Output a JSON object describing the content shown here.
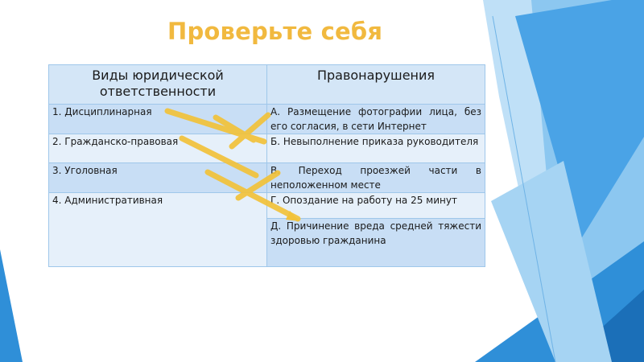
{
  "title": "Проверьте себя",
  "table": {
    "headers": [
      "Виды юридической ответственности",
      "Правонарушения"
    ],
    "left_cells": [
      "1. Дисциплинарная",
      "2. Гражданско-правовая",
      "3. Уголовная",
      "4. Административная"
    ],
    "right_cells": [
      "А. Размещение фотографии лица, без его согласия, в сети Интернет",
      "Б. Невыполнение приказа руководителя",
      "В. Переход проезжей части в неположенном месте",
      "Г. Опоздание на работу на 25 минут",
      "Д. Причинение вреда средней тяжести здоровью гражданина"
    ]
  },
  "colors": {
    "title": "#f1b93f",
    "arrows": "#f2c23a",
    "table_border": "#9fc7ea",
    "header_bg": "#d4e6f7",
    "row_dark": "#c8def5",
    "row_light": "#e6f0fa",
    "shape_blue": "#2f8fd8",
    "shape_light": "#8cc7f0"
  }
}
